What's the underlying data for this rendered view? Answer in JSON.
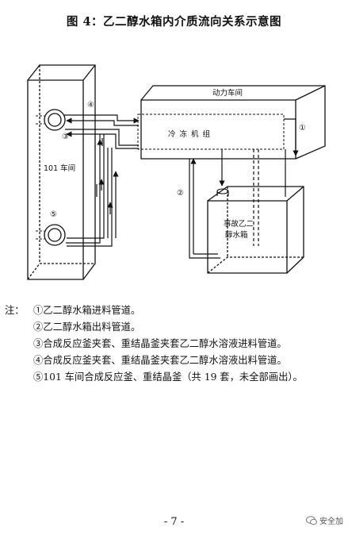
{
  "title": "图 4：乙二醇水箱内介质流向关系示意图",
  "labels": {
    "workshop101": "101 车间",
    "powerWorkshop": "动力车间",
    "refrigerationUnit": "冷 冻 机 组",
    "emergencyTankLine1": "事故乙二",
    "emergencyTankLine2": "醇水箱"
  },
  "markers": {
    "m1": "①",
    "m2": "②",
    "m3": "③",
    "m4": "④",
    "m5": "⑤"
  },
  "notes": {
    "prefix": "注：",
    "items": [
      "①乙二醇水箱进料管道。",
      "②乙二醇水箱出料管道。",
      "③合成反应釜夹套、重结晶釜夹套乙二醇水溶液进料管道。",
      "④合成反应釜夹套、重结晶釜夹套乙二醇水溶液出料管道。",
      "⑤101 车间合成反应釜、重结晶釜（共 19 套，未全部画出）。"
    ]
  },
  "page_number": "- 7 -",
  "watermark": "安全加"
}
